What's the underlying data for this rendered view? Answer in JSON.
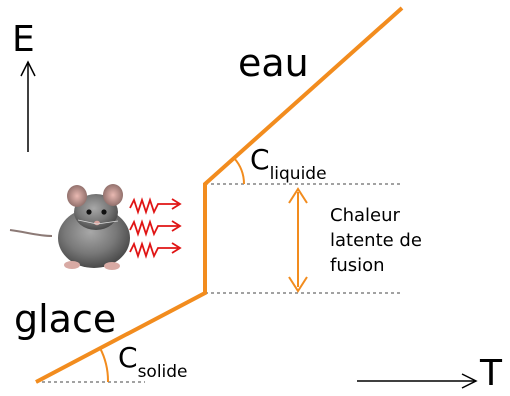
{
  "axes": {
    "y_label": "E",
    "x_label": "T"
  },
  "phases": {
    "upper": "eau",
    "lower": "glace"
  },
  "slopes": {
    "liquid": {
      "symbol": "C",
      "subscript": "liquide"
    },
    "solid": {
      "symbol": "C",
      "subscript": "solide"
    }
  },
  "annotation": {
    "lines": [
      "Chaleur",
      "latente de",
      "fusion"
    ]
  },
  "colors": {
    "curve": "#f28c1e",
    "arrow": "#f28c1e",
    "heat_waves": "#e01414",
    "dashed": "#444444",
    "text": "#000000"
  },
  "icons": {
    "mouse": "mouse-icon",
    "heat": "heat-wave-icon"
  }
}
